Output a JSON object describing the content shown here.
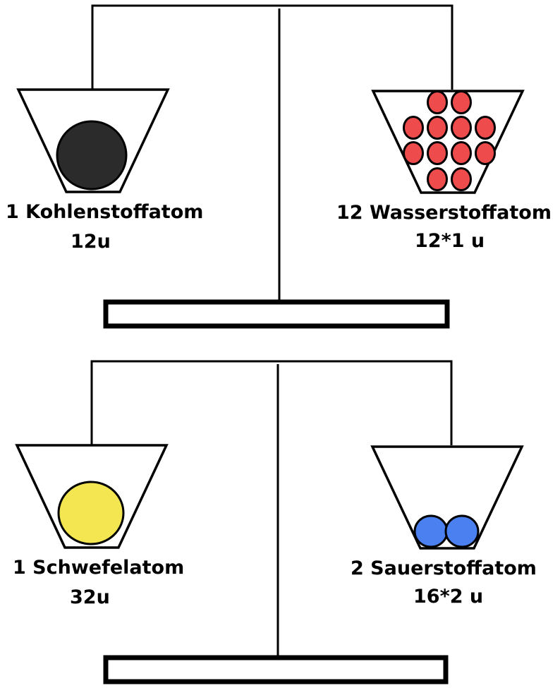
{
  "scales": [
    {
      "left": {
        "name": "1 Kohlenstoffatom",
        "mass": "12u",
        "atom_color": "#2b2b2b",
        "atom_count": 1
      },
      "right": {
        "name": "12 Wasserstoffatom",
        "mass": "12*1 u",
        "atom_color": "#ee4c4c",
        "atom_count": 12
      }
    },
    {
      "left": {
        "name": "1 Schwefelatom",
        "mass": "32u",
        "atom_color": "#f3e651",
        "atom_count": 1
      },
      "right": {
        "name": "2 Sauerstoffatom",
        "mass": "16*2 u",
        "atom_color": "#4a80f0",
        "atom_count": 2
      }
    }
  ]
}
